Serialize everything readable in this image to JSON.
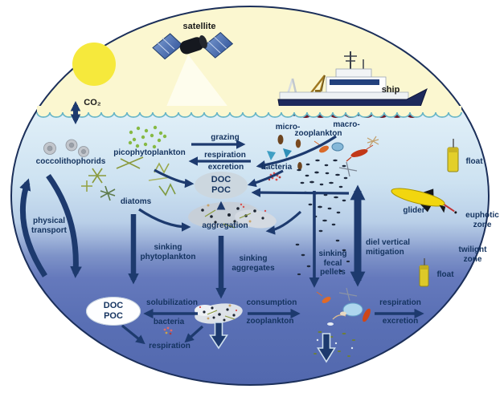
{
  "diagram": {
    "surface": {
      "satellite": "satellite",
      "ship": "ship",
      "co2": "CO₂"
    },
    "euphotic": {
      "coccolithophorids": "coccolithophorids",
      "picophytoplankton": "picophytoplankton",
      "diatoms": "diatoms",
      "grazing": "grazing",
      "micro_prefix": "micro-",
      "zooplankton": "zooplankton",
      "macro_prefix": "macro-",
      "respiration": "respiration",
      "excretion": "excretion",
      "bacteria": "bacteria",
      "doc": "DOC",
      "poc": "POC",
      "aggregation": "aggregation",
      "physical_transport": "physical transport"
    },
    "fluxes": {
      "sinking_phytoplankton": "sinking phytoplankton",
      "sinking_aggregates": "sinking aggregates",
      "sinking_fecal_pellets": "sinking fecal pellets",
      "diel_vertical_mitigation": "diel vertical mitigation"
    },
    "instruments": {
      "float_upper": "float",
      "glider": "glider",
      "float_lower": "float"
    },
    "zones": {
      "euphotic": "euphotic zone",
      "twilight": "twilight zone"
    },
    "deep": {
      "doc": "DOC",
      "poc": "POC",
      "solubilization": "solubilization",
      "bacteria": "bacteria",
      "respiration": "respiration",
      "consumption": "consumption",
      "zooplankton": "zooplankton",
      "respiration_right": "respiration",
      "excretion_right": "excretion"
    },
    "colors": {
      "arrow": "#1d3a6e",
      "sky": "#fbf7d0",
      "sun": "#f6e93c",
      "surface_water": "#dfeef7",
      "deep_water": "#5268ae",
      "label": "#14335f",
      "instrument_yellow": "#e8d62c"
    }
  }
}
